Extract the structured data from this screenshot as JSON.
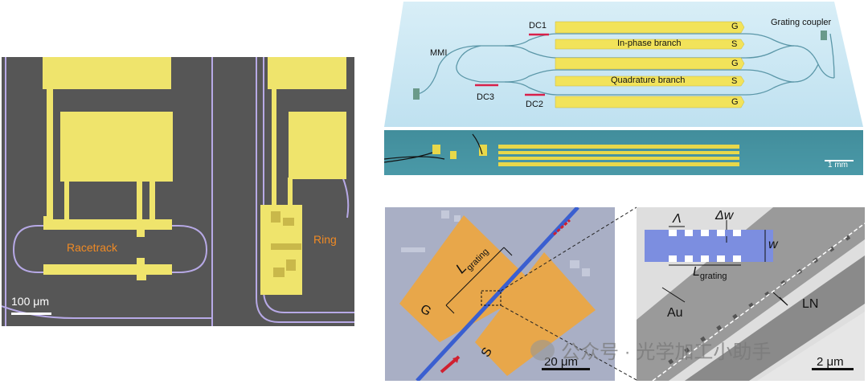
{
  "panel_a": {
    "label_racetrack": "Racetrack",
    "label_ring": "Ring",
    "scale_bar": "100 μm"
  },
  "panel_b": {
    "label_mmi": "MMI",
    "label_dc1": "DC1",
    "label_dc2": "DC2",
    "label_dc3": "DC3",
    "label_inphase": "In-phase branch",
    "label_quadrature": "Quadrature branch",
    "label_grating_coupler": "Grating coupler",
    "electrode_labels": [
      "G",
      "S",
      "G",
      "S",
      "G"
    ],
    "scale_bar": "1 mm"
  },
  "panel_c": {
    "label_l_grating": "L",
    "label_l_grating_sub": "grating",
    "label_g": "G",
    "label_s": "S",
    "scale_bar": "20 μm"
  },
  "panel_d": {
    "label_lambda": "Λ",
    "label_delta_w": "Δw",
    "label_w": "w",
    "label_l_grating": "L",
    "label_l_grating_sub": "grating",
    "label_au": "Au",
    "label_ln": "LN",
    "scale_bar": "2 μm"
  },
  "watermark": "公众号 · 光学加工小助手",
  "colors": {
    "gold": "#f2e46a",
    "chip_blue": "#cfe8f3",
    "sem_gray": "#4a4a4a",
    "label_orange": "#f08a24",
    "dc_red": "#d8204a",
    "waveguide_blue": "#3a5fd0"
  }
}
